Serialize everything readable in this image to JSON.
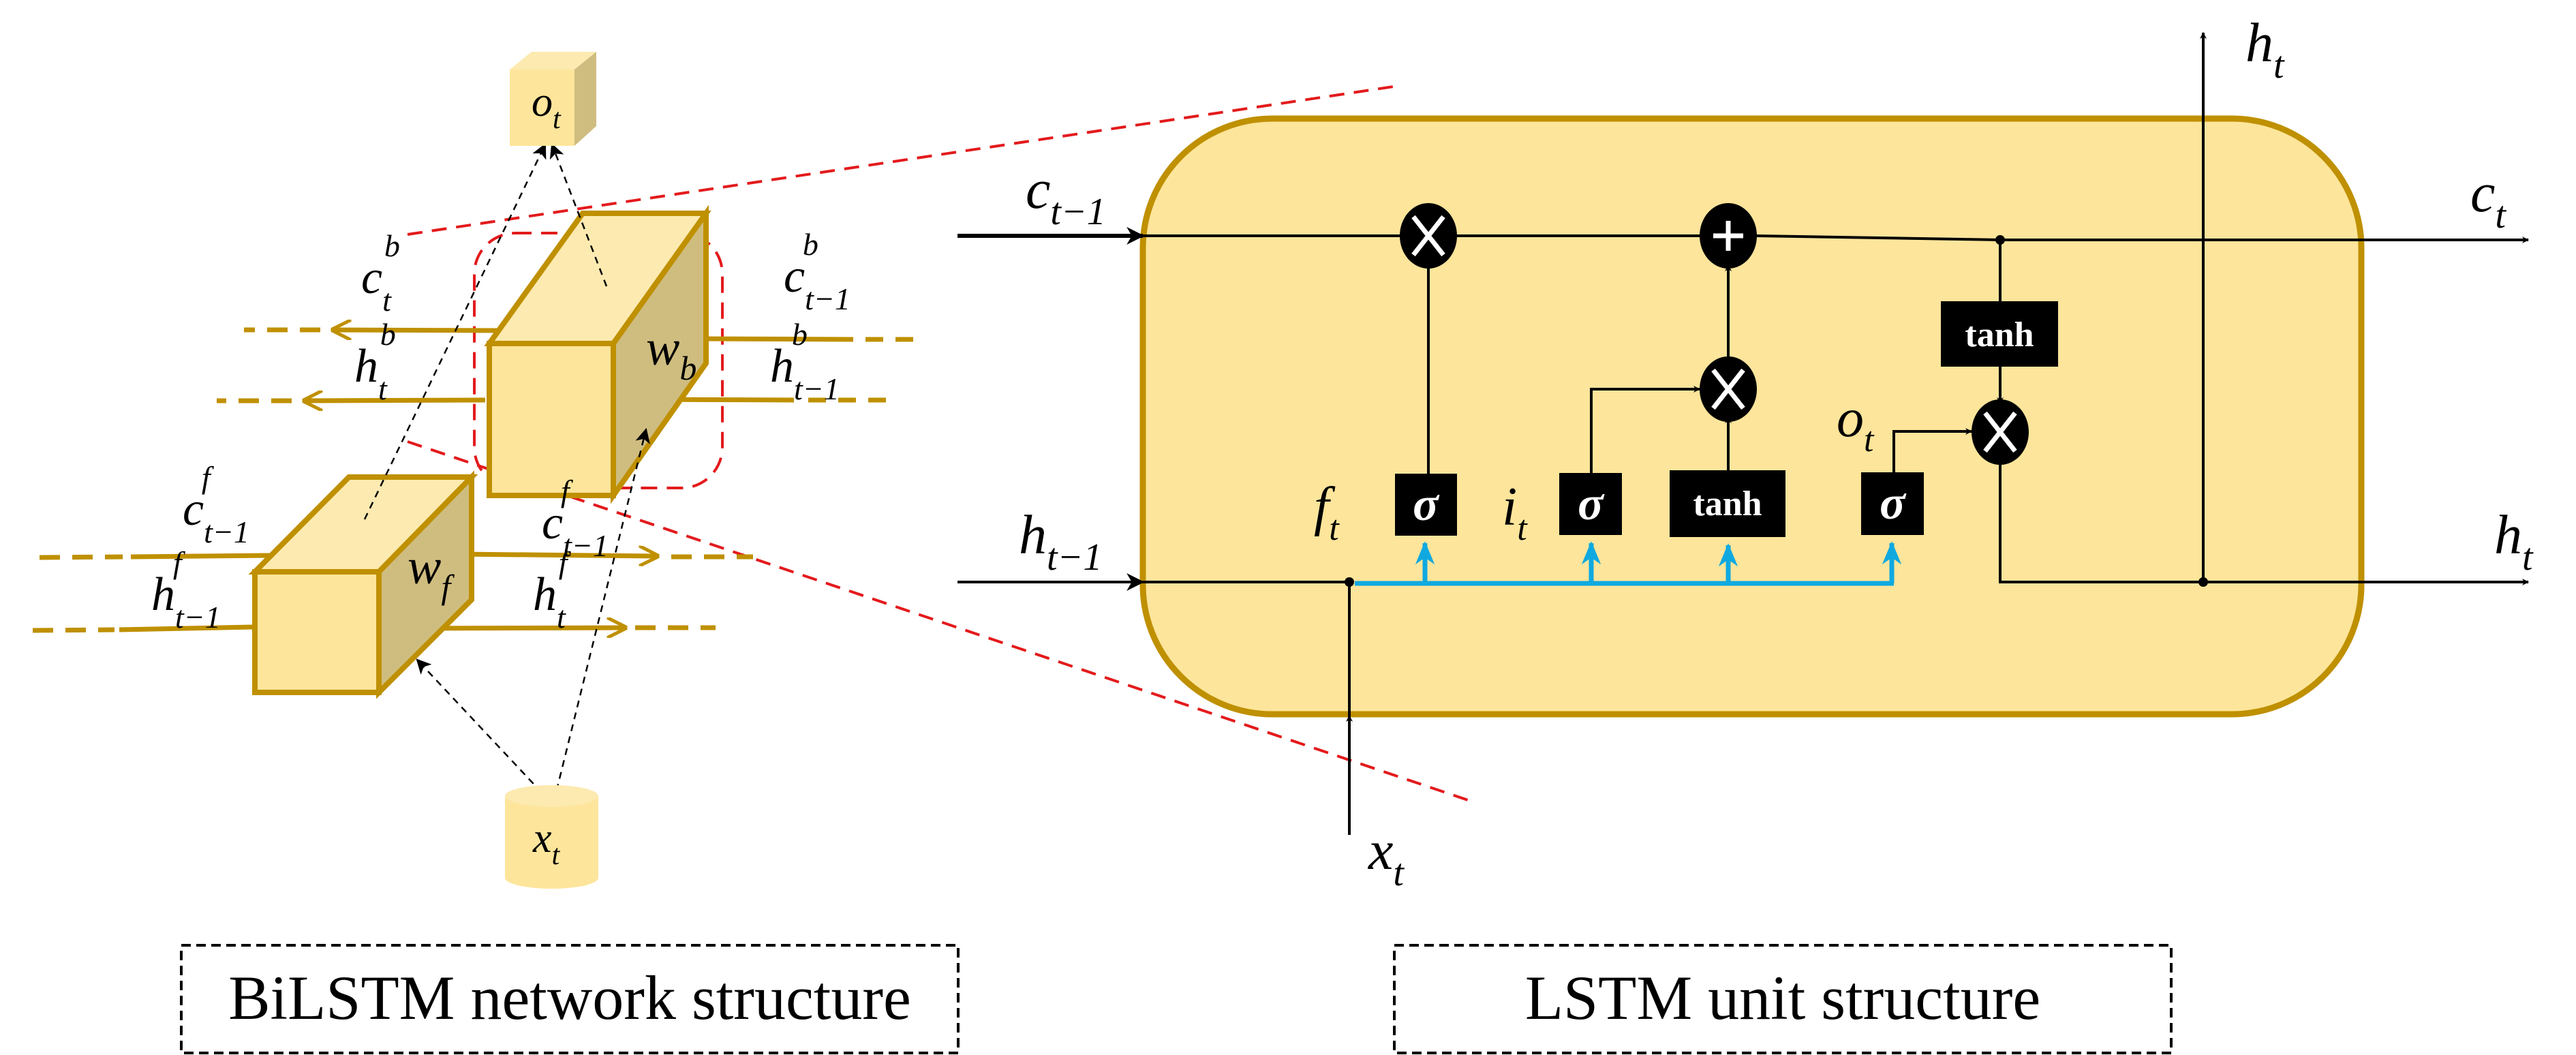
{
  "colors": {
    "cell_fill": "#fde59b",
    "cell_border": "#bf9000",
    "cube_front": "#fde59b",
    "cube_top": "#fdeab0",
    "cube_side": "#cfbd80",
    "flow_line": "#bf9000",
    "zoom_line": "#e31a1c",
    "input_bus": "#0fa9e0",
    "ops": "#000000"
  },
  "bilstm": {
    "output_node": {
      "base": "o",
      "sub": "t"
    },
    "input_node": {
      "base": "x",
      "sub": "t"
    },
    "backward_cell": {
      "weight_base": "w",
      "weight_sub": "b"
    },
    "forward_cell": {
      "weight_base": "w",
      "weight_sub": "f"
    },
    "labels": {
      "c_t_b": {
        "base": "c",
        "sub": "t",
        "sup": "b"
      },
      "h_t_b": {
        "base": "h",
        "sub": "t",
        "sup": "b"
      },
      "c_tm1_b": {
        "base": "c",
        "sub": "t−1",
        "sup": "b"
      },
      "h_tm1_b": {
        "base": "h",
        "sub": "t−1",
        "sup": "b"
      },
      "c_tm1_f_in": {
        "base": "c",
        "sub": "t−1",
        "sup": "f"
      },
      "h_tm1_f": {
        "base": "h",
        "sub": "t−1",
        "sup": "f"
      },
      "c_tm1_f_out": {
        "base": "c",
        "sub": "t−1",
        "sup": "f"
      },
      "h_t_f": {
        "base": "h",
        "sub": "t",
        "sup": "f"
      }
    },
    "caption": "BiLSTM network structure"
  },
  "lstm": {
    "inputs": {
      "c_prev": {
        "base": "c",
        "sub": "t−1"
      },
      "h_prev": {
        "base": "h",
        "sub": "t−1"
      },
      "x": {
        "base": "x",
        "sub": "t"
      }
    },
    "outputs": {
      "c": {
        "base": "c",
        "sub": "t"
      },
      "h_right": {
        "base": "h",
        "sub": "t"
      },
      "h_top": {
        "base": "h",
        "sub": "t"
      }
    },
    "gates": [
      {
        "name": "forget",
        "label_base": "f",
        "label_sub": "t",
        "op": "σ"
      },
      {
        "name": "input",
        "label_base": "i",
        "label_sub": "t",
        "op": "σ"
      },
      {
        "name": "candidate",
        "label_base": "",
        "label_sub": "",
        "op": "tanh"
      },
      {
        "name": "output",
        "label_base": "o",
        "label_sub": "t",
        "op": "σ"
      }
    ],
    "cell_tanh": "tanh",
    "ops": {
      "multiply": "×",
      "add": "+"
    },
    "caption": "LSTM unit structure"
  }
}
